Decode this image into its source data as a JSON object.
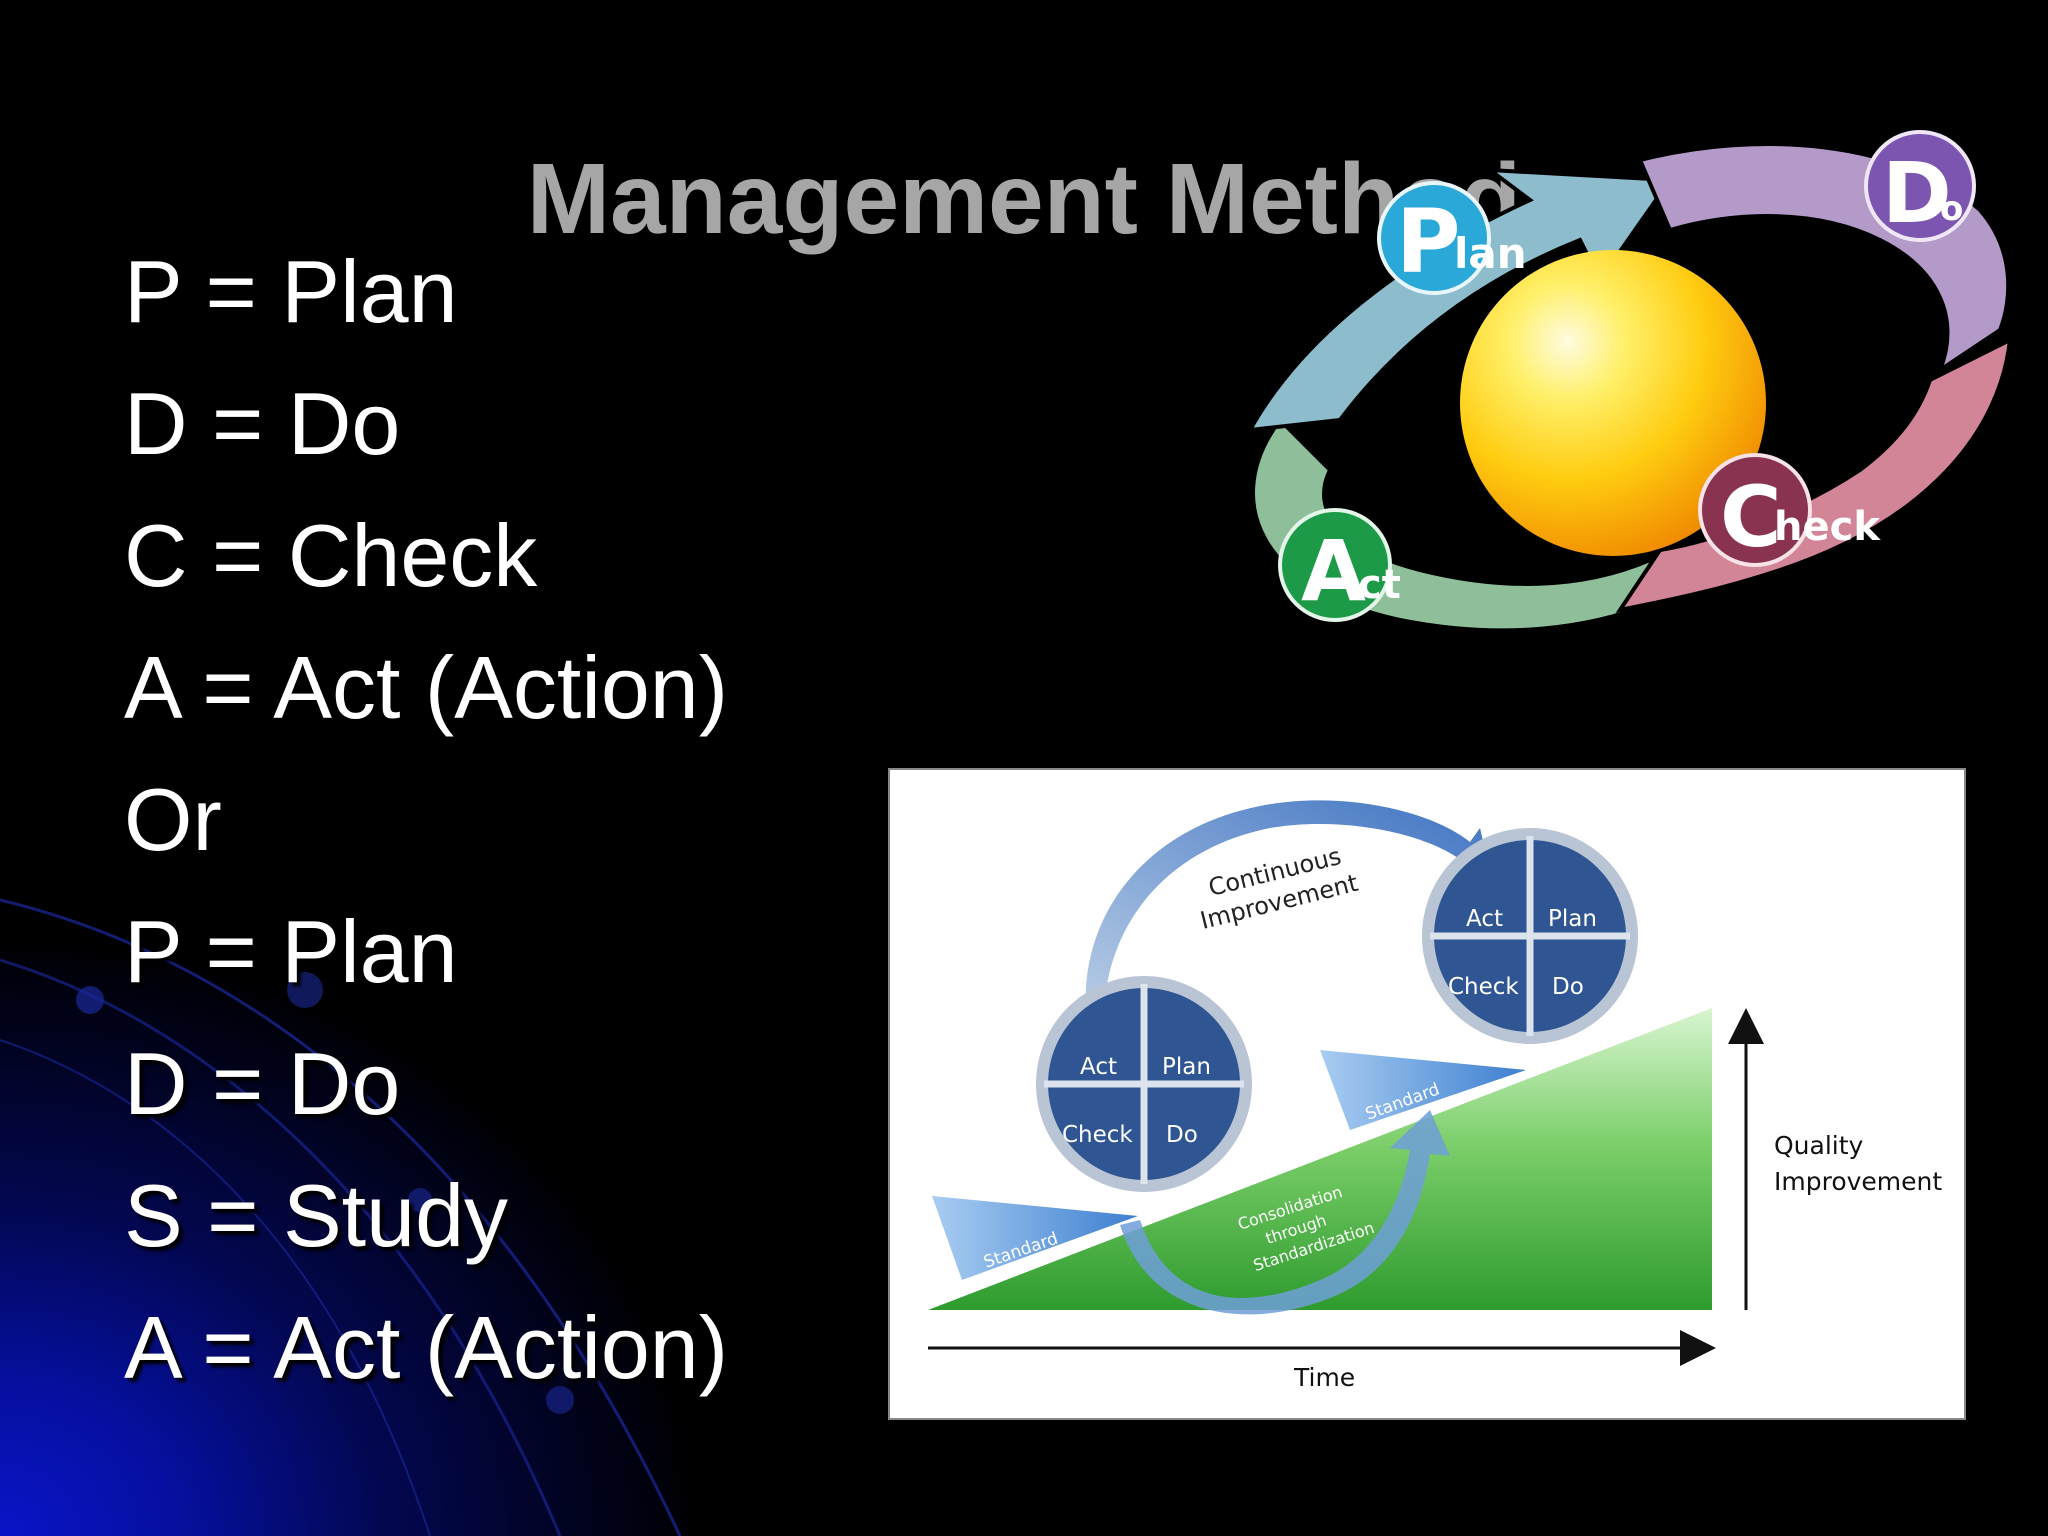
{
  "slide": {
    "title": "Management Method",
    "bullets": [
      "P = Plan",
      "D = Do",
      "C = Check",
      "A = Act (Action)",
      "Or",
      "P = Plan",
      "D = Do",
      "S = Study",
      "A = Act (Action)"
    ]
  },
  "pdca_cycle": {
    "plan": {
      "big": "P",
      "rest": "lan",
      "color": "#2aa8d8",
      "arrow": "#8dbccd"
    },
    "do": {
      "big": "D",
      "rest": "o",
      "color": "#7b55b0",
      "arrow": "#b39ac8"
    },
    "check": {
      "big": "C",
      "rest": "heck",
      "color": "#8a3350",
      "arrow": "#d38598"
    },
    "act": {
      "big": "A",
      "rest": "ct",
      "color": "#1d9a48",
      "arrow": "#8fbf9a"
    },
    "sun_color": "#ffd000"
  },
  "improvement_diagram": {
    "continuous_line1": "Continuous",
    "continuous_line2": "Improvement",
    "wheel_labels": {
      "act": "Act",
      "plan": "Plan",
      "check": "Check",
      "do": "Do"
    },
    "standard": "Standard",
    "consolidation_line1": "Consolidation",
    "consolidation_line2": "through",
    "consolidation_line3": "Standardization",
    "quality_line1": "Quality",
    "quality_line2": "Improvement",
    "time": "Time",
    "wheel_color": "#2f5592",
    "slope_color": "#2e9b2e"
  }
}
